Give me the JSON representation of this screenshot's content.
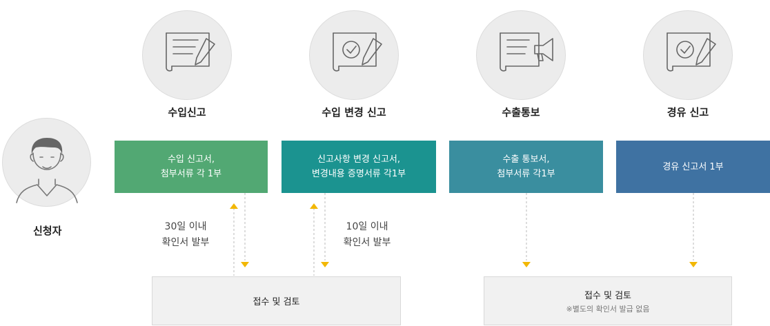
{
  "applicant": {
    "label": "신청자"
  },
  "steps": [
    {
      "title": "수입신고",
      "box_lines": [
        "수입 신고서,",
        "첨부서류 각 1부"
      ],
      "icon": "document-pen-icon"
    },
    {
      "title": "수입 변경 신고",
      "box_lines": [
        "신고사항 변경 신고서,",
        "변경내용 증명서류 각1부"
      ],
      "icon": "document-check-pen-icon"
    },
    {
      "title": "수출통보",
      "box_lines": [
        "수출 통보서,",
        "첨부서류 각1부"
      ],
      "icon": "document-megaphone-icon"
    },
    {
      "title": "경유 신고",
      "box_lines": [
        "경유 신고서 1부"
      ],
      "icon": "document-check-pen-icon"
    }
  ],
  "notes": {
    "left": [
      "30일 이내",
      "확인서 발부"
    ],
    "right": [
      "10일 이내",
      "확인서 발부"
    ]
  },
  "review_boxes": [
    {
      "title": "접수 및 검토",
      "sub": ""
    },
    {
      "title": "접수 및 검토",
      "sub": "※별도의 확인서 발급 없음"
    }
  ],
  "colors": {
    "box1": "#52a873",
    "box2": "#1b9390",
    "box3": "#3a8e9f",
    "box4": "#3f72a2",
    "arrow": "#f2b705"
  }
}
